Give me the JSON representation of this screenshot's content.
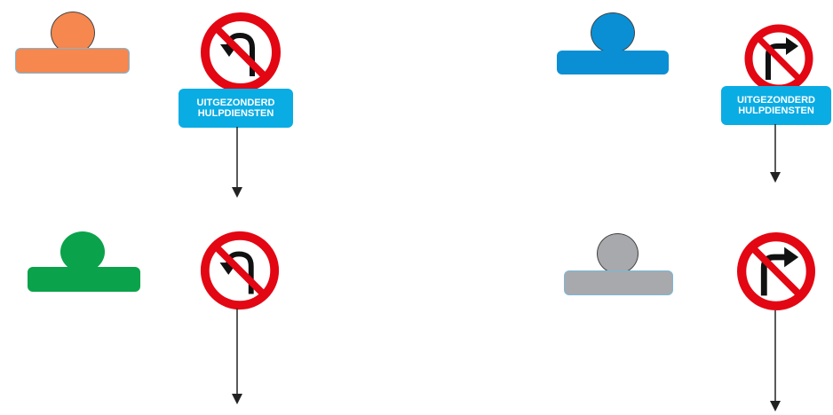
{
  "colors": {
    "orange": "#F5874F",
    "blue": "#0A8FD4",
    "green": "#0AA24A",
    "gray": "#A7A9AC",
    "sign_red": "#E30613",
    "plate_blue": "#0AACE4",
    "arrow": "#222222"
  },
  "groups": [
    {
      "color": "orange",
      "sign": "no-left-u-turn-sign",
      "subplate": [
        "UITGEZONDERD",
        "HULPDIENSTEN"
      ]
    },
    {
      "color": "blue",
      "sign": "no-right-turn-sign",
      "subplate": [
        "UITGEZONDERD",
        "HULPDIENSTEN"
      ]
    },
    {
      "color": "green",
      "sign": "no-left-u-turn-sign",
      "subplate": null
    },
    {
      "color": "gray",
      "sign": "no-right-turn-sign",
      "subplate": null
    }
  ],
  "plates": {
    "top_left": {
      "line1": "UITGEZONDERD",
      "line2": "HULPDIENSTEN"
    },
    "top_right": {
      "line1": "UITGEZONDERD",
      "line2": "HULPDIENSTEN"
    }
  }
}
